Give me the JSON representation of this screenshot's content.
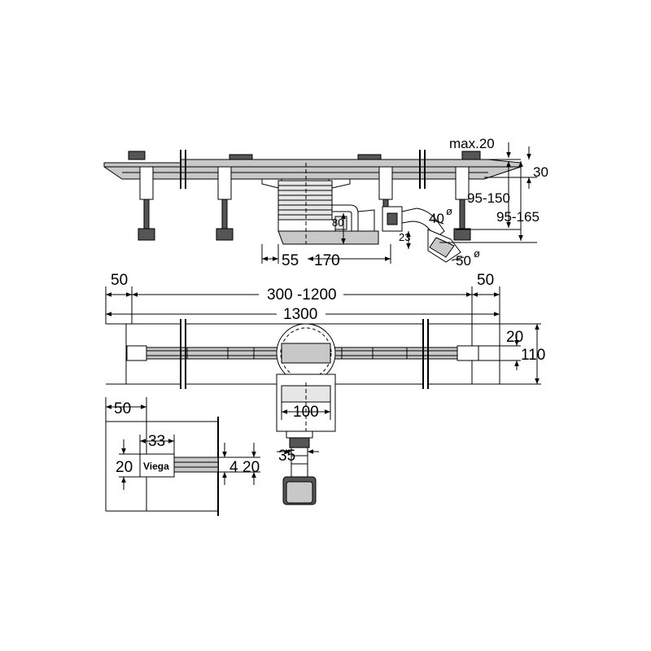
{
  "side_view": {
    "max_label": "max.20",
    "dim_30": "30",
    "dim_95_150": "95-150",
    "dim_95_165": "95-165",
    "dim_80": "80",
    "dim_40": "40",
    "dim_50": "50",
    "diameter_symbol": "ø",
    "dim_23": "23",
    "dim_55": "55",
    "dim_170": "170"
  },
  "top_view": {
    "dim_50_left": "50",
    "dim_range": "300 -1200",
    "dim_50_right": "50",
    "dim_total": "1300",
    "dim_20": "20",
    "dim_110": "110",
    "dim_100": "100",
    "dim_35": "35"
  },
  "detail_view": {
    "dim_50": "50",
    "dim_33": "33",
    "dim_20_left": "20",
    "dim_4": "4",
    "dim_20_right": "20",
    "brand": "Viega"
  }
}
